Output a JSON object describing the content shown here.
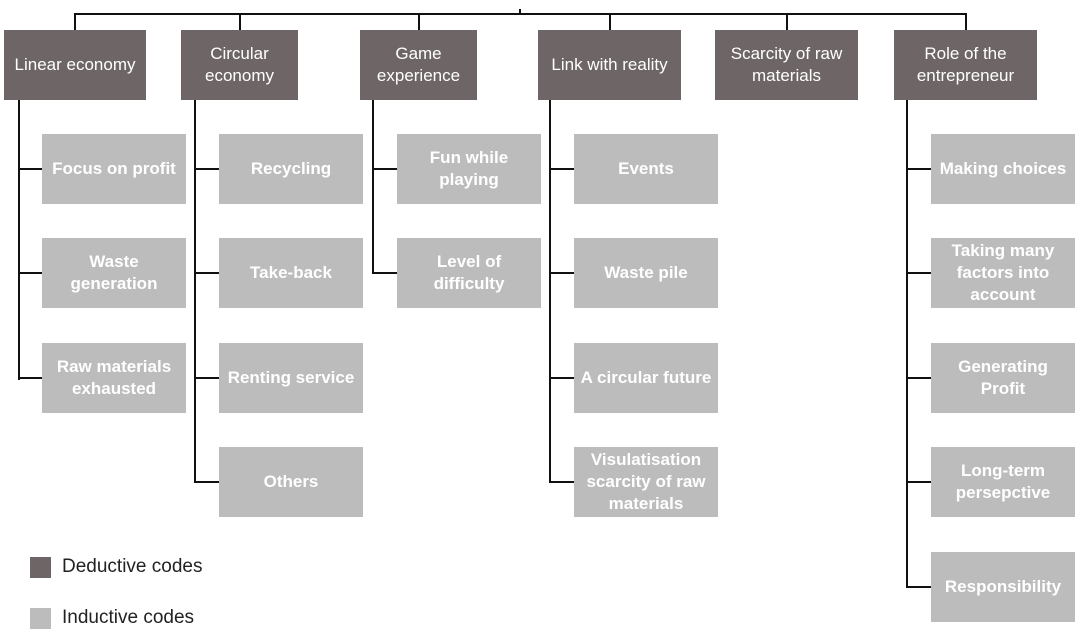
{
  "colors": {
    "deductive": "#6e6566",
    "inductive": "#bcbcbc",
    "connector": "#111111"
  },
  "categories": [
    {
      "label": "Linear economy",
      "codes": [
        "Focus on profit",
        "Waste generation",
        "Raw materials exhausted"
      ]
    },
    {
      "label": "Circular economy",
      "codes": [
        "Recycling",
        "Take-back",
        "Renting service",
        "Others"
      ]
    },
    {
      "label": "Game experience",
      "codes": [
        "Fun while playing",
        "Level of difficulty"
      ]
    },
    {
      "label": "Link with reality",
      "codes": [
        "Events",
        "Waste pile",
        "A circular future",
        "Visulatisation scarcity of raw materials"
      ]
    },
    {
      "label": "Scarcity of raw materials",
      "codes": []
    },
    {
      "label": "Role of the entrepreneur",
      "codes": [
        "Making choices",
        "Taking many factors into account",
        "Generating Profit",
        "Long-term persepctive",
        "Responsibility"
      ]
    }
  ],
  "legend": {
    "deductive_label": "Deductive codes",
    "inductive_label": "Inductive codes"
  }
}
